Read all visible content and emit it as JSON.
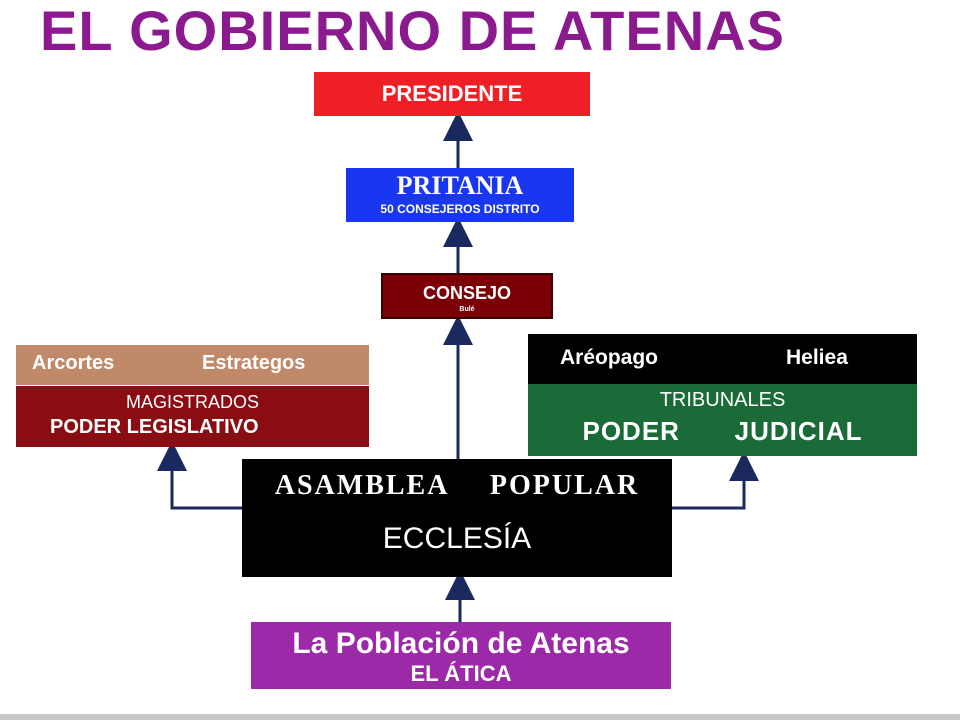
{
  "title": "EL GOBIERNO DE ATENAS",
  "presidente": {
    "label": "PRESIDENTE",
    "color": "#ef1f26"
  },
  "pritania": {
    "label": "PRITANIA",
    "sublabel": "50 CONSEJEROS DISTRITO",
    "color": "#1936f0"
  },
  "consejo": {
    "label": "CONSEJO",
    "sublabel": "Bulé",
    "color": "#7a0006"
  },
  "magistrados": {
    "left_label": "Arcortes",
    "right_label": "Estrategos",
    "label": "MAGISTRADOS",
    "sublabel": "PODER LEGISLATIVO",
    "header_color": "#c08a6a",
    "color": "#8b0d14"
  },
  "tribunales": {
    "left_label": "Aréopago",
    "right_label": "Heliea",
    "label": "TRIBUNALES",
    "sublabel": "PODER   JUDICIAL",
    "header_color": "#000000",
    "color": "#1a6b38"
  },
  "asamblea": {
    "label": "ASAMBLEA  POPULAR",
    "sublabel": "ECCLESÍA",
    "color": "#000000"
  },
  "poblacion": {
    "label": "La Población de Atenas",
    "sublabel": "EL ÁTICA",
    "color": "#9c2aa8"
  },
  "colors": {
    "title": "#8b1a8e",
    "arrow": "#1a2a5e"
  }
}
